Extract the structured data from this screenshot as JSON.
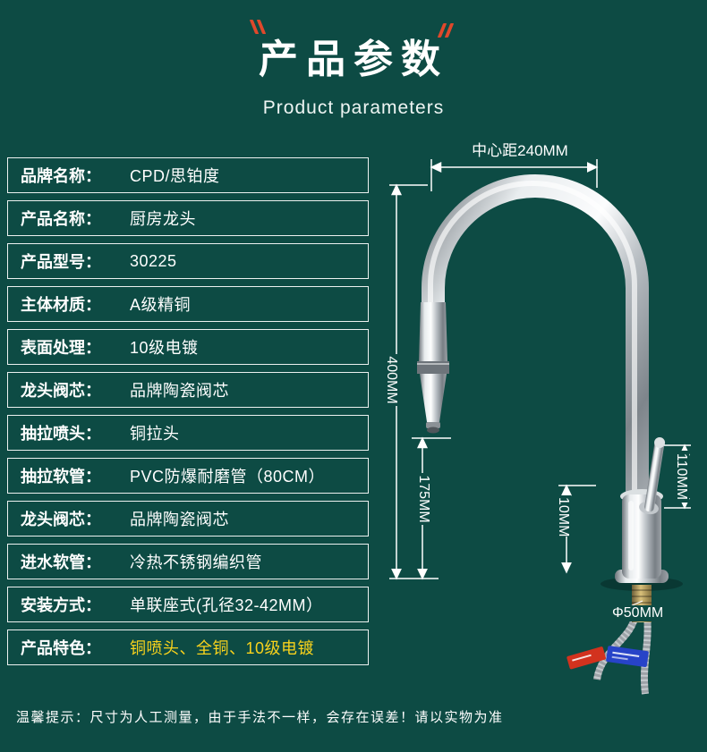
{
  "colors": {
    "background": "#0d4b44",
    "accent_red": "#e0482b",
    "highlight_gold": "#f8d21c",
    "text": "#ffffff"
  },
  "header": {
    "title": "产品参数",
    "subtitle": "Product parameters"
  },
  "specs": [
    {
      "label": "品牌名称：",
      "value": "CPD/思铂度"
    },
    {
      "label": "产品名称：",
      "value": "厨房龙头"
    },
    {
      "label": "产品型号：",
      "value": "30225"
    },
    {
      "label": "主体材质：",
      "value": "A级精铜"
    },
    {
      "label": "表面处理：",
      "value": "10级电镀"
    },
    {
      "label": "龙头阀芯：",
      "value": "品牌陶瓷阀芯"
    },
    {
      "label": "抽拉喷头：",
      "value": "铜拉头"
    },
    {
      "label": "抽拉软管：",
      "value": "PVC防爆耐磨管（80CM）"
    },
    {
      "label": "龙头阀芯：",
      "value": "品牌陶瓷阀芯"
    },
    {
      "label": "进水软管：",
      "value": "冷热不锈钢编织管"
    },
    {
      "label": "安装方式：",
      "value": "单联座式(孔径32-42MM）"
    },
    {
      "label": "产品特色：",
      "value": "铜喷头、全铜、10级电镀"
    }
  ],
  "dimensions": {
    "center_distance": "中心距240MM",
    "total_height": "400MM",
    "spout_height": "175MM",
    "deck_clearance": "10MM",
    "handle_height": "110MM",
    "hole_diameter": "Φ50MM"
  },
  "footer": {
    "note": "温馨提示：尺寸为人工测量，由于手法不一样，会存在误差！请以实物为准"
  }
}
